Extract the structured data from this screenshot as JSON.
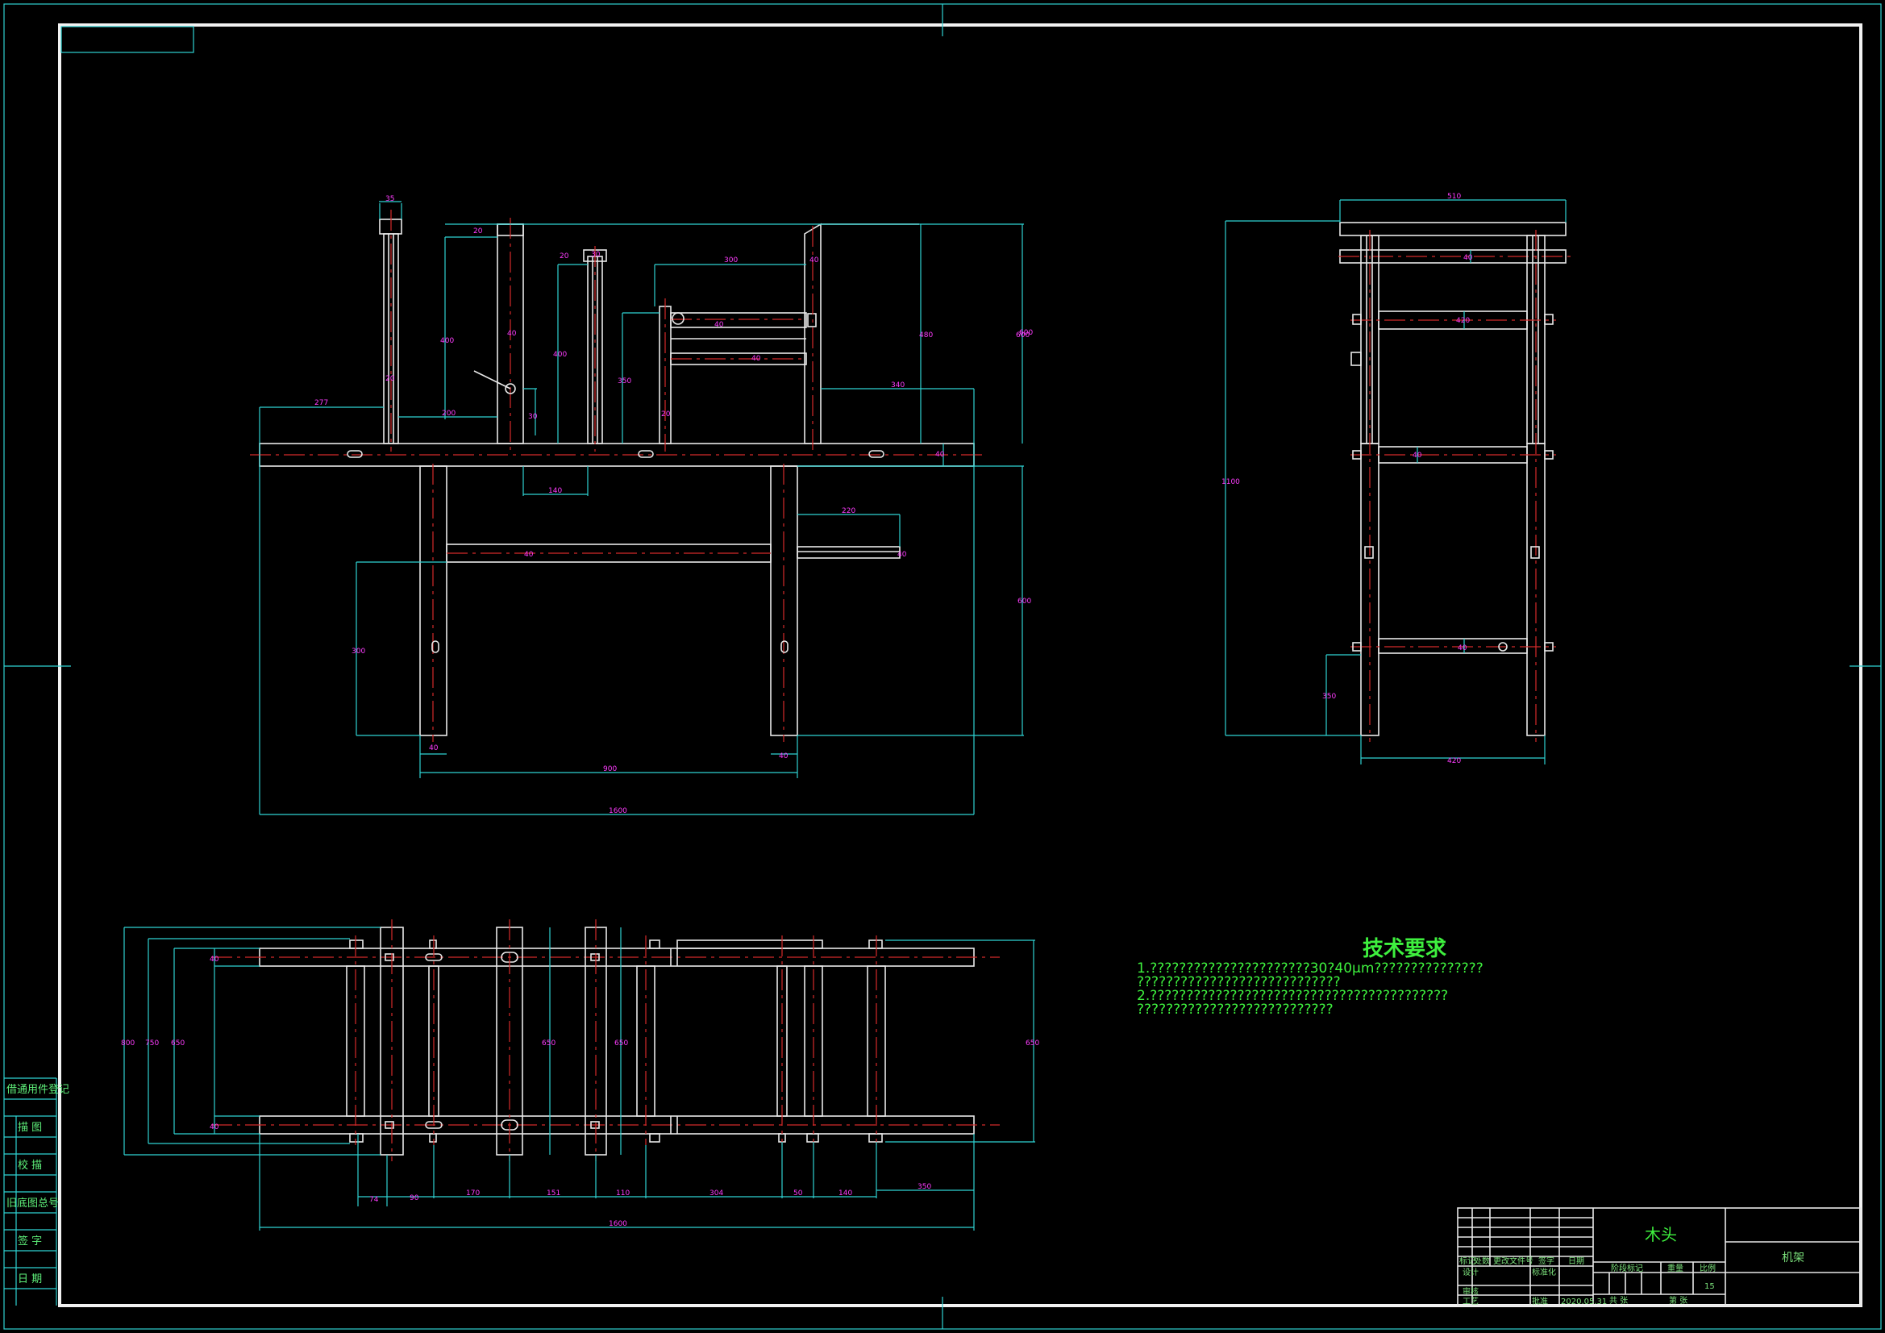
{
  "sidebar": {
    "items": [
      "借通用件登记",
      "描 图",
      "校 描",
      "旧底图总号",
      "签 字",
      "日 期"
    ]
  },
  "tech_requirements": {
    "title": "技术要求",
    "lines": [
      "1.??????????????????????30?40μm???????????????",
      "????????????????????????????",
      "2.?????????????????????????????????????????",
      "???????????????????????????"
    ]
  },
  "title_block": {
    "material": "木头",
    "drawing_name": "机架",
    "header_cells": [
      "标记",
      "处数",
      "更改文件号",
      "签字",
      "日期"
    ],
    "rows": [
      {
        "role": "设计",
        "note": "标准化"
      },
      {
        "role": "审核",
        "note": ""
      },
      {
        "role": "工艺",
        "note": "批准"
      }
    ],
    "date": "2020.05.31",
    "stage_label": "阶段标记",
    "weight_label": "重量",
    "scale_label": "比例",
    "scale_value": "15",
    "sheet_total": "共  张",
    "sheet_no": "第  张"
  },
  "dimensions": {
    "front": [
      "35",
      "20",
      "20",
      "400",
      "20",
      "40",
      "400",
      "30",
      "300",
      "40",
      "40",
      "350",
      "480",
      "600",
      "40",
      "20",
      "30",
      "277",
      "200",
      "600",
      "40",
      "140",
      "40",
      "340",
      "220",
      "40",
      "300",
      "600",
      "40",
      "40",
      "900",
      "1600"
    ],
    "side": [
      "510",
      "40",
      "420",
      "40",
      "40",
      "1100",
      "350",
      "420"
    ],
    "top": [
      "800",
      "750",
      "650",
      "40",
      "40",
      "650",
      "650",
      "650",
      "74",
      "90",
      "170",
      "151",
      "110",
      "304",
      "50",
      "140",
      "350",
      "1600"
    ]
  }
}
